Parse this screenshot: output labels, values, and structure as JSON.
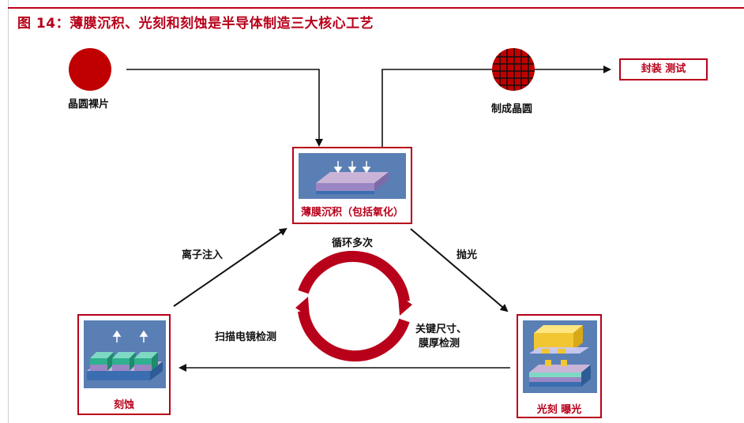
{
  "figure": {
    "title": "图 14：薄膜沉积、光刻和刻蚀是半导体制造三大核心工艺"
  },
  "nodes": {
    "bare_wafer": "晶圆裸片",
    "finished_wafer": "制成晶圆",
    "packaging_test": "封装 测试",
    "deposition": "薄膜沉积（包括氧化）",
    "etching": "刻蚀",
    "lithography": "光刻 曝光"
  },
  "edges": {
    "ion_implant": "离子注入",
    "polish": "抛光",
    "sem_inspection": "扫描电镜检测",
    "cd_line1": "关键尺寸、",
    "cd_line2": "膜厚检测",
    "cycle": "循环多次"
  },
  "colors": {
    "accent": "#b8001a",
    "wafer": "#c00000",
    "process_bg": "#5a7fb4"
  }
}
